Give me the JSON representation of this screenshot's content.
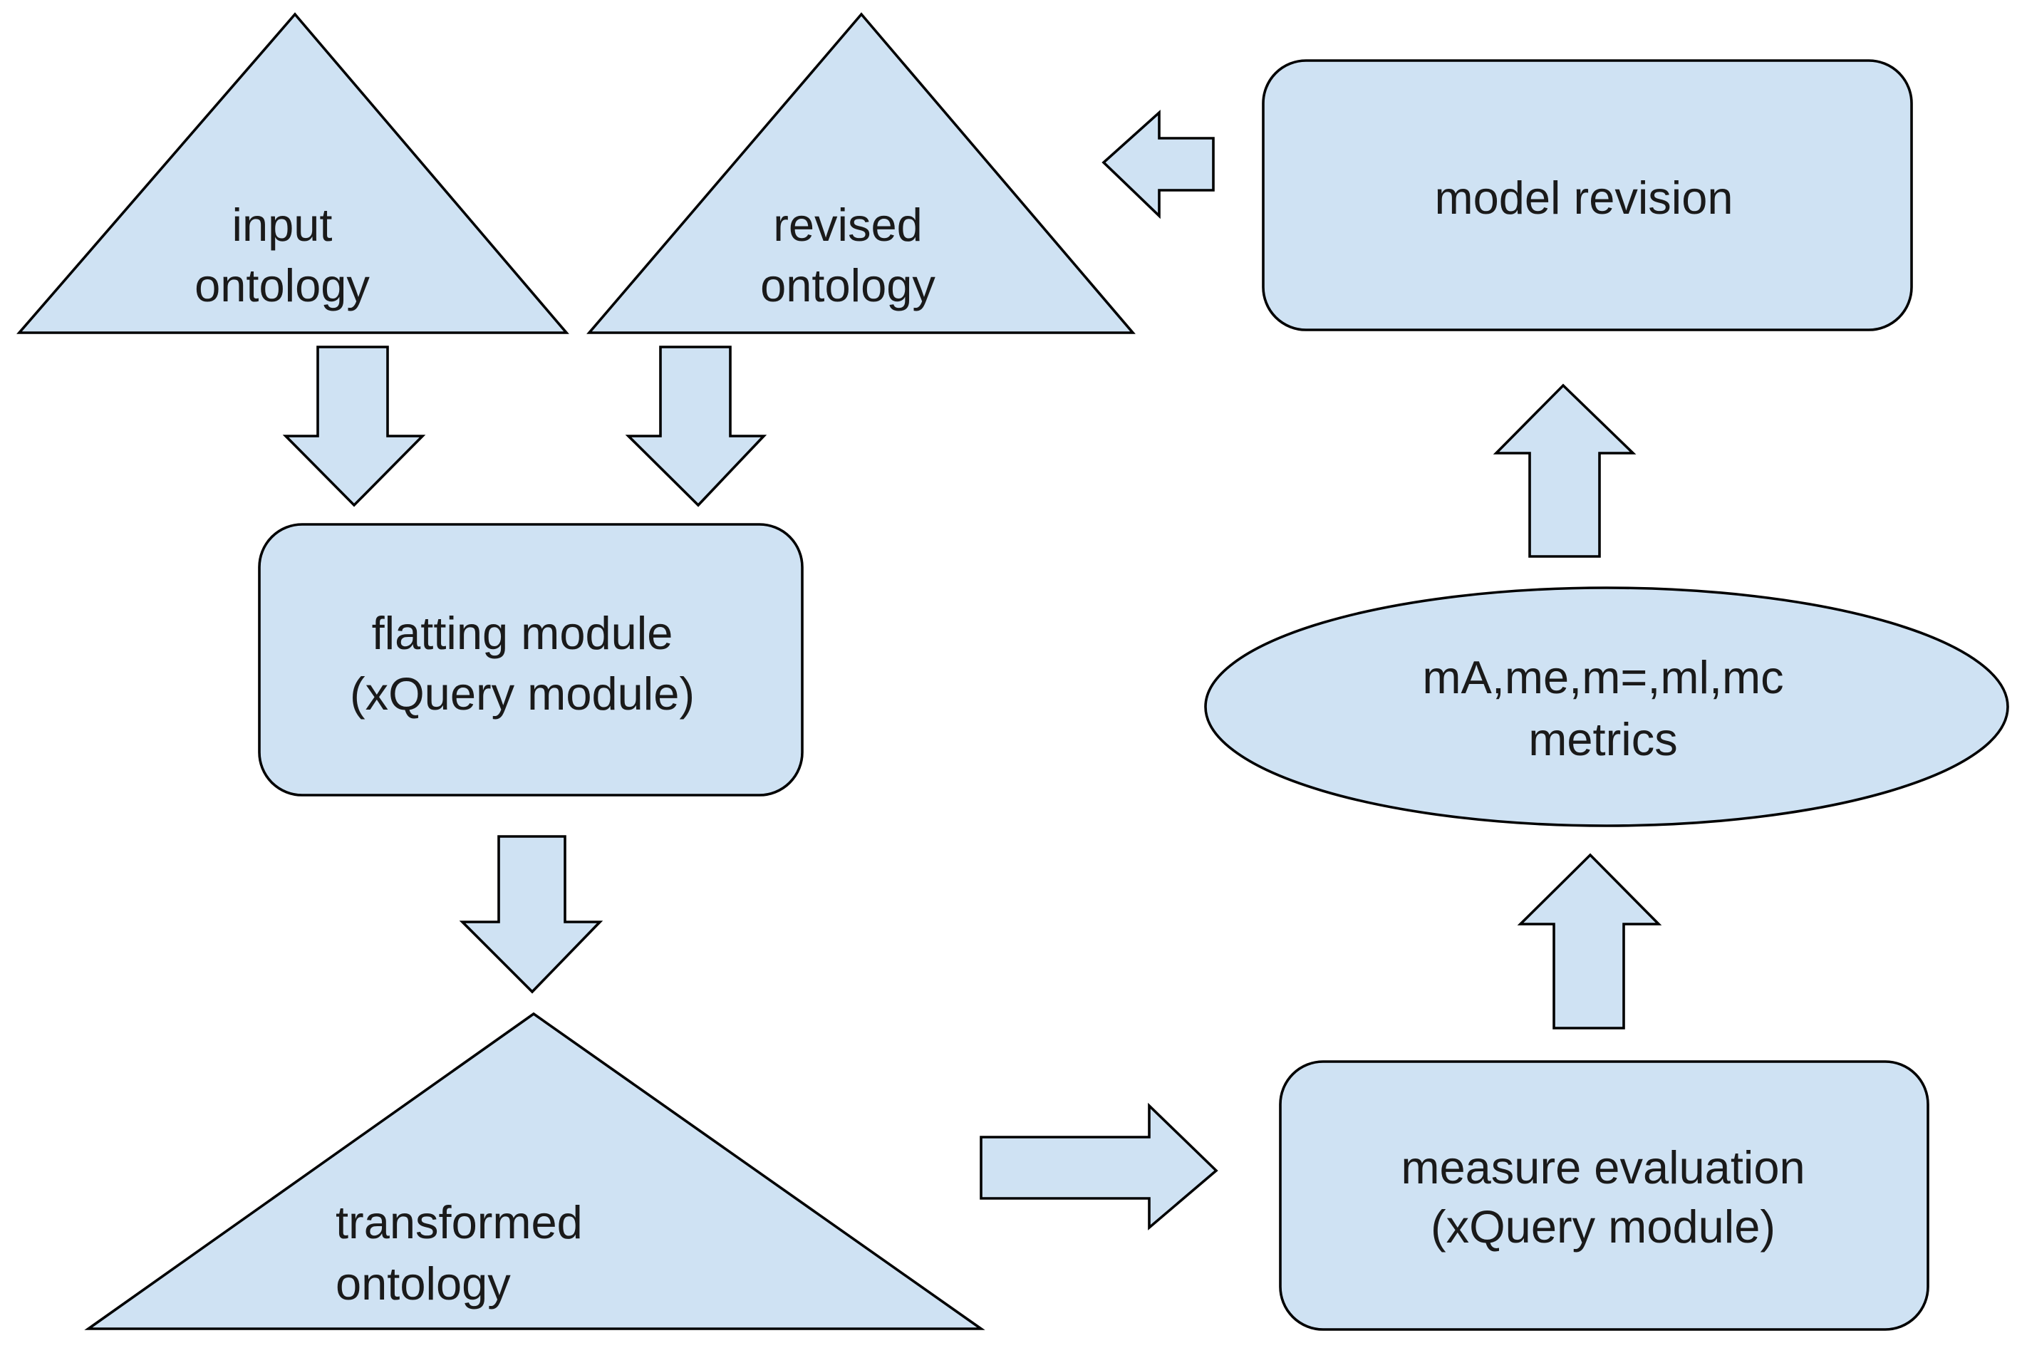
{
  "colors": {
    "shape_fill": "#cfe2f3",
    "shape_stroke": "#000000",
    "text": "#1a1a1a",
    "background": "#ffffff"
  },
  "nodes": {
    "input_ontology": {
      "line1": "input",
      "line2": "ontology"
    },
    "revised_ontology": {
      "line1": "revised",
      "line2": "ontology"
    },
    "model_revision": {
      "line1": "model revision"
    },
    "flatting_module": {
      "line1": "flatting module",
      "line2": "(xQuery module)"
    },
    "metrics": {
      "line1": "mA,me,m=,ml,mc",
      "line2": "metrics"
    },
    "transformed_ontology": {
      "line1": "transformed",
      "line2": "ontology"
    },
    "measure_evaluation": {
      "line1": "measure evaluation",
      "line2": "(xQuery module)"
    }
  }
}
